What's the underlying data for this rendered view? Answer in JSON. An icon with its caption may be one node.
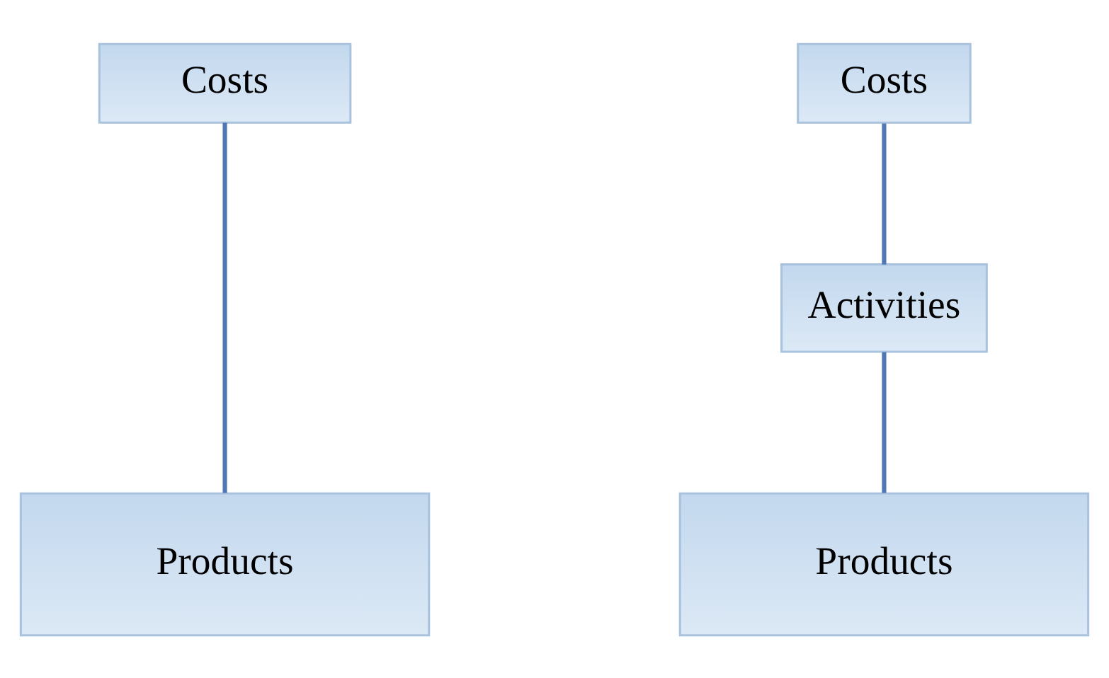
{
  "diagram": {
    "nodes": [
      {
        "text": [
          "Costs"
        ]
      },
      {
        "text": [
          "Products"
        ]
      },
      {
        "text": [
          "Costs"
        ]
      },
      {
        "text": [
          "Activities"
        ]
      },
      {
        "text": [
          "Products"
        ]
      }
    ],
    "edges": [
      {
        "from": 0,
        "to": 1,
        "arrow": "none"
      },
      {
        "from": 2,
        "to": 3,
        "arrow": "none"
      },
      {
        "from": 3,
        "to": 4,
        "arrow": "none"
      }
    ]
  }
}
